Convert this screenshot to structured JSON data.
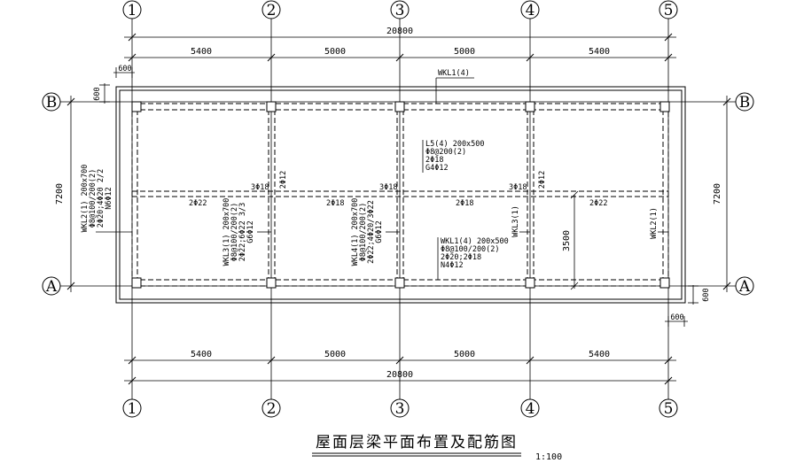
{
  "grid": {
    "columns": [
      "1",
      "2",
      "3",
      "4",
      "5"
    ],
    "rows": [
      "B",
      "A"
    ]
  },
  "dimensions": {
    "overall": "20800",
    "spans": [
      "5400",
      "5000",
      "5000",
      "5400"
    ],
    "depth": "7200",
    "overhang": "600",
    "l5_offset": "3500"
  },
  "labels": {
    "wkl1_top": "WKL1(4)",
    "wkl2_left": [
      "WKL2(1) 200x700",
      "Φ8@100/200(2)",
      "2Φ20;4Φ20 2/2",
      "N6Φ12"
    ],
    "l5": [
      "L5(4) 200x500",
      "Φ8@200(2)",
      "2Φ18",
      "G4Φ12"
    ],
    "wkl3_left": [
      "WKL3(1) 200x700",
      "Φ8@100/200(2)",
      "2Φ22;6Φ22 3/3",
      "G6Φ12"
    ],
    "wkl4": [
      "WKL4(1) 200x700",
      "Φ8@100/200(2)",
      "2Φ22;4Φ20/3Φ22",
      "G6Φ12"
    ],
    "wkl1_bottom": [
      "WKL1(4) 200x500",
      "Φ8@100/200(2)",
      "2Φ20;2Φ18",
      "N4Φ12"
    ],
    "wkl3_right": "WKL3(1)",
    "wkl2_right": "WKL2(1)",
    "top_3_18_a": "3Φ18",
    "top_2_12_a": "2Φ12",
    "top_3_18_b": "3Φ18",
    "top_3_18_c": "3Φ18",
    "top_2_12_c": "2Φ12",
    "mid_2_22_a": "2Φ22",
    "mid_2_18_b": "2Φ18",
    "mid_2_18_c": "2Φ18",
    "mid_2_22_d": "2Φ22"
  },
  "title": "屋面层梁平面布置及配筋图",
  "scale": "1:100"
}
